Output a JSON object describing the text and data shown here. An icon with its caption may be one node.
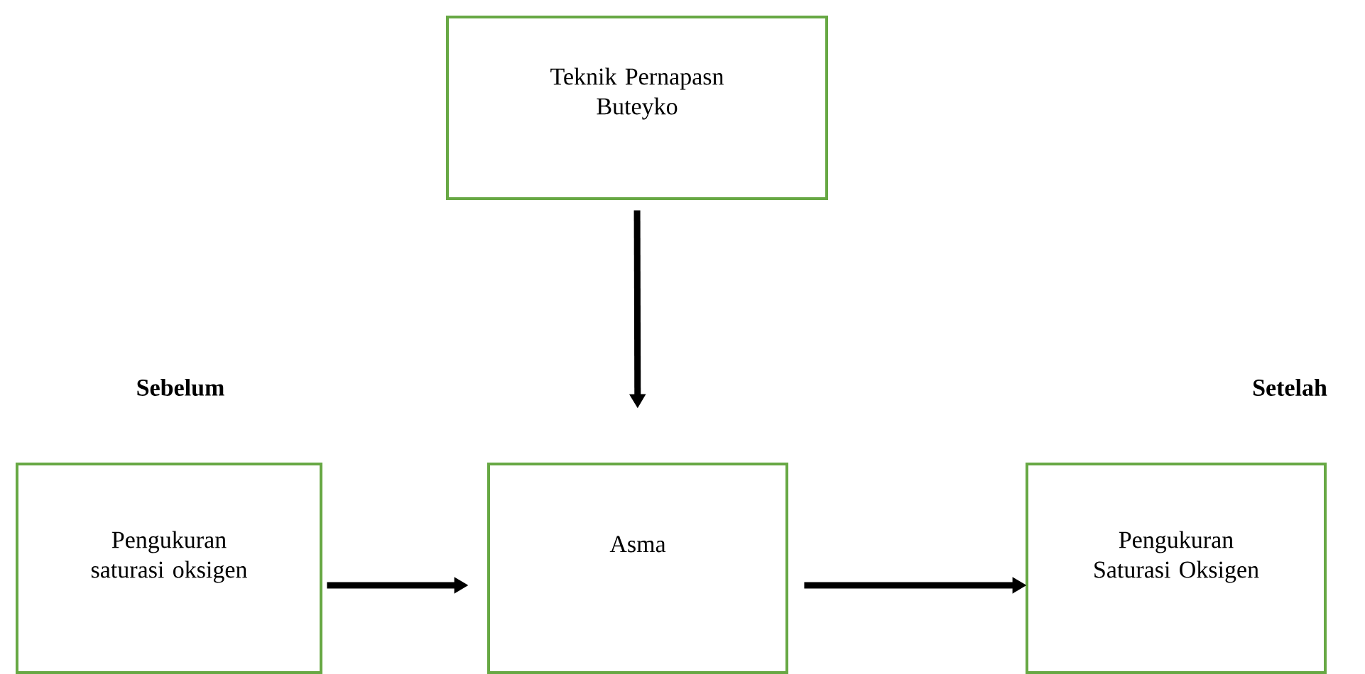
{
  "diagram": {
    "nodes": [
      {
        "text": [
          "Teknik Pernapasn Buteyko"
        ]
      },
      {
        "text": [
          "Sebelum",
          "Pengukuran saturasi oksigen"
        ]
      },
      {
        "text": [
          "Asma"
        ]
      },
      {
        "text": [
          "Setelah",
          "Pengukuran Saturasi Oksigen"
        ]
      }
    ],
    "edges": [
      {
        "from": 0,
        "to": 2,
        "arrow": "to"
      },
      {
        "from": 1,
        "to": 2,
        "arrow": "to"
      },
      {
        "from": 2,
        "to": 3,
        "arrow": "to"
      }
    ]
  }
}
